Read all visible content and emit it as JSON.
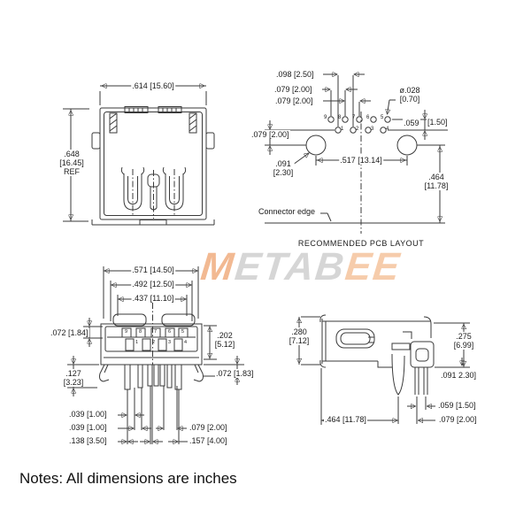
{
  "notes": "Notes: All dimensions are inches",
  "watermark": {
    "part1": "M",
    "part2": "ETAB",
    "part3": "EE"
  },
  "front_view": {
    "width": ".614 [15.60]",
    "height": ".648",
    "height_mm": "[16.45]",
    "height_ref": "REF"
  },
  "pcb_layout": {
    "caption": "RECOMMENDED PCB LAYOUT",
    "connector_edge": "Connector edge",
    "dim_pitch_250": ".098 [2.50]",
    "dim_pitch_200a": ".079 [2.00]",
    "dim_pitch_200b": ".079 [2.00]",
    "dim_pad_dia": "ø.028",
    "dim_pad_dia_mm": "[0.70]",
    "dim_row_gap": ".059",
    "dim_row_gap_mm": "[1.50]",
    "dim_row_to_hole": ".079 [2.00]",
    "dim_hole_dia": ".091",
    "dim_hole_dia_mm": "[2.30]",
    "dim_hole_span": ".517 [13.14]",
    "dim_edge": ".464",
    "dim_edge_mm": "[11.78]",
    "pads_top": [
      "9",
      "8",
      "7",
      "6",
      "5"
    ],
    "pads_bottom": [
      "1",
      "2",
      "3",
      "4"
    ]
  },
  "bottom_view": {
    "dim_width_outer": ".571 [14.50]",
    "dim_width_mid": ".492 [12.50]",
    "dim_width_inner": ".437 [11.10]",
    "dim_left_band": ".072 [1.84]",
    "dim_right_depth": ".202",
    "dim_right_depth_mm": "[5.12]",
    "dim_leg_len": ".127",
    "dim_leg_len_mm": "[3.23]",
    "dim_right_offset": ".072 [1.83]",
    "dim_pin_a": ".039 [1.00]",
    "dim_pin_b": ".039 [1.00]",
    "dim_pin_c": ".138 [3.50]",
    "dim_pin_d": ".079 [2.00]",
    "dim_pin_e": ".157 [4.00]",
    "pins_top": [
      "9",
      "8",
      "7",
      "6",
      "5"
    ],
    "pins_bottom": [
      "1",
      "2",
      "3",
      "4"
    ]
  },
  "side_view": {
    "dim_height": ".280",
    "dim_height_mm": "[7.12]",
    "dim_right_height": ".275",
    "dim_right_height_mm": "[6.99]",
    "dim_standoff": ".091  2.30]",
    "dim_pin_gap": ".059 [1.50]",
    "dim_pin_offset": ".079 [2.00]",
    "dim_depth": ".464 [11.78]"
  }
}
